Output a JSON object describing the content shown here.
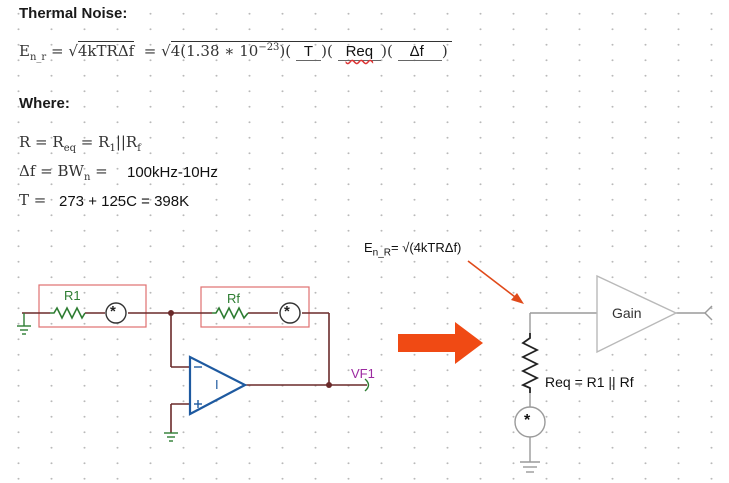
{
  "heading": "Thermal Noise:",
  "formula": {
    "lhs_main": "E",
    "lhs_sub": "n_r",
    "eq1": "=",
    "sqrt1_body": "4kTRΔf",
    "eq2": "=",
    "sqrt2_prefix": "4(1.38 ∗ 10",
    "exponent": "−23",
    "sqrt2_close": ")(",
    "slot_t": "T",
    "sep1": ")(",
    "slot_req": "Req",
    "sep2": ")(",
    "slot_df": "Δf",
    "close": ")"
  },
  "where": "Where:",
  "defs": {
    "r_line_main": "R = R",
    "r_line_sub1": "eq",
    "r_line_mid": " = R",
    "r_line_sub2": "1",
    "r_line_par": "||R",
    "r_line_sub3": "f",
    "df_lhs": "Δf = BW",
    "df_sub": "n",
    "df_eq": " =",
    "df_value": "100kHz-10Hz",
    "t_lhs": "T =",
    "t_value": "273 + 125C = 398K"
  },
  "left_circuit": {
    "r1_label": "R1",
    "rf_label": "Rf",
    "opamp_label": "I",
    "output_label": "VF1",
    "noise_symbol": "*"
  },
  "right_circuit": {
    "annotation_main": "E",
    "annotation_sub": "n_R",
    "annotation_rest": "= √(4kTRΔf)",
    "gain_label": "Gain",
    "req_label": "Req = R1 || Rf",
    "noise_symbol": "*"
  },
  "colors": {
    "box_red": "#e07070",
    "wire_dark": "#6a2a2a",
    "wire_gray": "#9a9a9a",
    "opamp_blue": "#1e5aa0",
    "resistor_green": "#2e7d32",
    "label_green": "#2e7d32",
    "vf1_purple": "#9c2aa0",
    "arrow_orange": "#f04a14",
    "ann_arrow": "#e04a1a"
  }
}
